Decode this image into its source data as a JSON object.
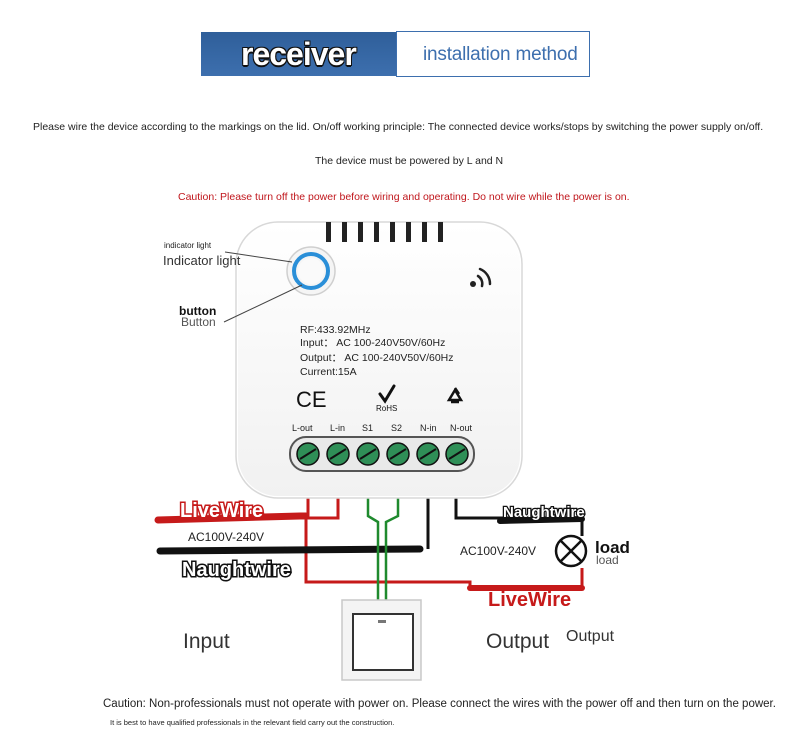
{
  "header": {
    "receiver_tab": "receiver",
    "install_tab": "installation method"
  },
  "instructions": {
    "intro": "Please wire the device according to the markings on the lid. On/off working principle: The connected device works/stops by switching the power supply on/off.",
    "power_note": "The device must be powered by L and N",
    "caution_top": "Caution: Please turn off the power before wiring and operating. Do not wire while the power is on."
  },
  "device": {
    "indicator_label_small": "indicator light",
    "indicator_label": "Indicator light",
    "button_label_small": "button",
    "button_label": "Button",
    "spec_rf": "RF:433.92MHz",
    "spec_input": "Input： AC 100-240V50V/60Hz",
    "spec_output": "Output： AC 100-240V50V/60Hz",
    "spec_current": "Current:15A",
    "ce_mark": "CE",
    "rohs_mark": "RoHS",
    "terminals": [
      "L-out",
      "L-in",
      "S1",
      "S2",
      "N-in",
      "N-out"
    ]
  },
  "wiring": {
    "left_live": "LiveWire",
    "left_voltage": "AC100V-240V",
    "left_neutral": "Naughtwire",
    "right_neutral": "Naughtwire",
    "right_voltage": "AC100V-240V",
    "load_label": "load",
    "load_label_small": "load",
    "right_live": "LiveWire",
    "input_label": "Input",
    "output_label": "Output",
    "output_label_2": "Output"
  },
  "footer": {
    "caution_bottom": "Caution: Non-professionals must not operate with power on. Please connect the wires with the power off and then turn on the power.",
    "tip": "It is best to have qualified professionals in the relevant field carry out the construction."
  },
  "colors": {
    "brand_blue": "#3d6fae",
    "caution_red": "#c0161c",
    "live_wire": "#c61a1a",
    "neutral_wire": "#111111",
    "switch_wire": "#1f8a2e",
    "terminal_green": "#2f8f57",
    "indicator_blue": "#2a8fd8"
  }
}
